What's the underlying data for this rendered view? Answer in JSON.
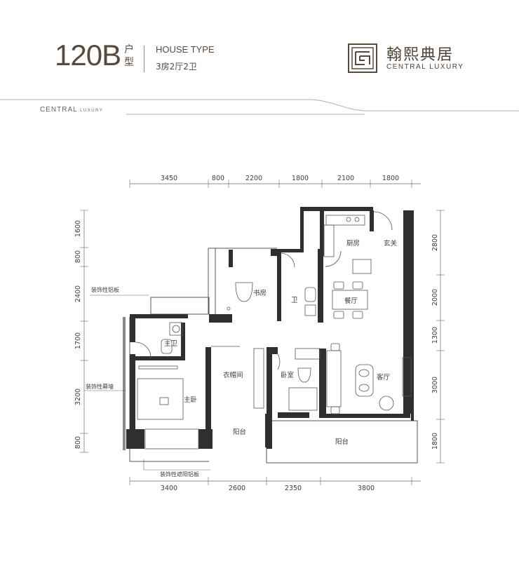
{
  "header": {
    "unit_code": "120B",
    "unit_type_cn": "户型",
    "house_type_en": "HOUSE TYPE",
    "layout": "3房2厅2卫"
  },
  "brand": {
    "name_cn": "翰熙典居",
    "name_en": "CENTRAL LUXURY",
    "band_main": "CENTRAL",
    "band_small": "LUXURY"
  },
  "dimensions": {
    "top": [
      "3450",
      "800",
      "2200",
      "1800",
      "2100",
      "1800"
    ],
    "bottom": [
      "3400",
      "2600",
      "2350",
      "3800"
    ],
    "left": [
      "1600",
      "800",
      "2400",
      "1700",
      "3200",
      "800"
    ],
    "right": [
      "2800",
      "2000",
      "1300",
      "3000",
      "1800"
    ]
  },
  "rooms": {
    "kitchen": "厨房",
    "foyer": "玄关",
    "study": "书房",
    "bath": "卫",
    "dining": "餐厅",
    "master_bath": "主卫",
    "closet": "衣帽间",
    "bedroom": "卧室",
    "living": "客厅",
    "master_bedroom": "主卧",
    "balcony_1": "阳台",
    "balcony_2": "阳台"
  },
  "annotations": {
    "deco_aluminum": "装饰性铝板",
    "deco_curtain_wall": "装饰性幕墙",
    "deco_sunshade": "装饰性遮阳铝板"
  },
  "colors": {
    "brand": "#5a4a3c",
    "wall": "#333333",
    "line": "#555555"
  }
}
